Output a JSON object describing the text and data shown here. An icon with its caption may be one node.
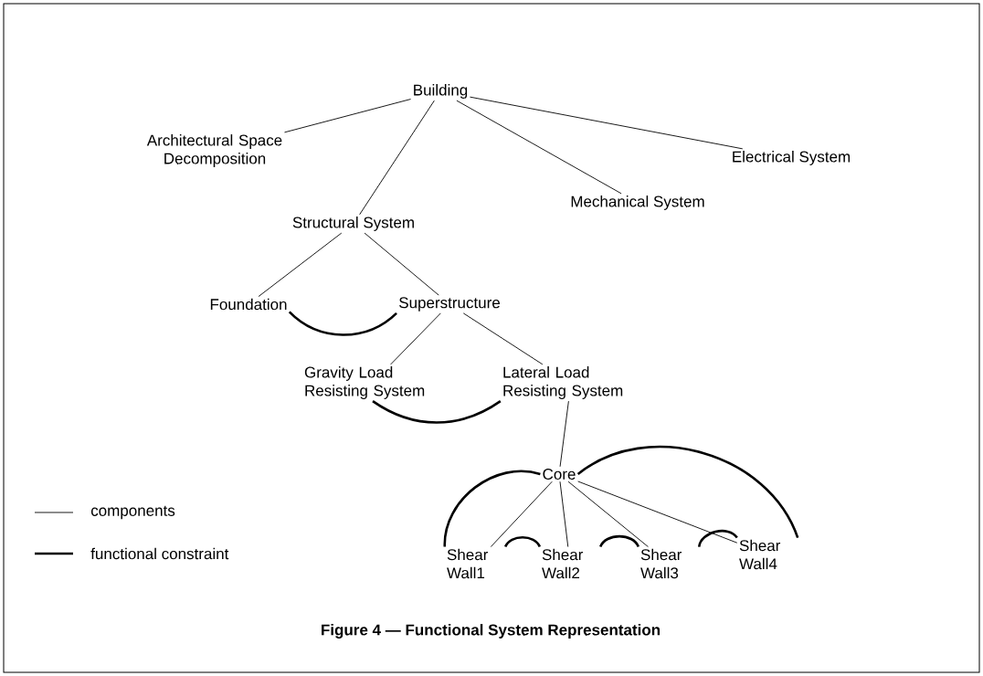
{
  "diagram": {
    "caption": "Figure 4 — Functional System Representation",
    "nodes": [
      {
        "text": [
          "Building"
        ]
      },
      {
        "text": [
          "Architectural Space Decomposition"
        ]
      },
      {
        "text": [
          "Electrical System"
        ]
      },
      {
        "text": [
          "Mechanical System"
        ]
      },
      {
        "text": [
          "Structural System"
        ]
      },
      {
        "text": [
          "Foundation"
        ]
      },
      {
        "text": [
          "Superstructure"
        ]
      },
      {
        "text": [
          "Gravity Load Resisting System"
        ]
      },
      {
        "text": [
          "Lateral Load Resisting System"
        ]
      },
      {
        "text": [
          "Core"
        ]
      },
      {
        "text": [
          "Shear Wall1"
        ]
      },
      {
        "text": [
          "Shear Wall2"
        ]
      },
      {
        "text": [
          "Shear Wall3"
        ]
      },
      {
        "text": [
          "Shear Wall4"
        ]
      }
    ],
    "edges": [
      {
        "from": 0,
        "to": 1,
        "arrow": "none"
      },
      {
        "from": 0,
        "to": 4,
        "arrow": "none"
      },
      {
        "from": 0,
        "to": 3,
        "arrow": "none"
      },
      {
        "from": 0,
        "to": 2,
        "arrow": "none"
      },
      {
        "from": 4,
        "to": 5,
        "arrow": "none"
      },
      {
        "from": 4,
        "to": 6,
        "arrow": "none"
      },
      {
        "from": 5,
        "to": 6,
        "arrow": "none",
        "style": "thick"
      },
      {
        "from": 6,
        "to": 7,
        "arrow": "none"
      },
      {
        "from": 6,
        "to": 8,
        "arrow": "none"
      },
      {
        "from": 7,
        "to": 8,
        "arrow": "none",
        "style": "thick"
      },
      {
        "from": 8,
        "to": 9,
        "arrow": "none"
      },
      {
        "from": 9,
        "to": 10,
        "arrow": "none",
        "style": "thick"
      },
      {
        "from": 9,
        "to": 13,
        "arrow": "none",
        "style": "thick"
      },
      {
        "from": 9,
        "to": 10,
        "arrow": "none"
      },
      {
        "from": 9,
        "to": 11,
        "arrow": "none"
      },
      {
        "from": 9,
        "to": 12,
        "arrow": "none"
      },
      {
        "from": 9,
        "to": 13,
        "arrow": "none"
      },
      {
        "from": 10,
        "to": 11,
        "arrow": "none",
        "style": "thick"
      },
      {
        "from": 11,
        "to": 12,
        "arrow": "none",
        "style": "thick"
      },
      {
        "from": 12,
        "to": 13,
        "arrow": "none",
        "style": "thick"
      }
    ],
    "legend": [
      {
        "text": "components"
      },
      {
        "text": "functional constraint"
      }
    ]
  }
}
